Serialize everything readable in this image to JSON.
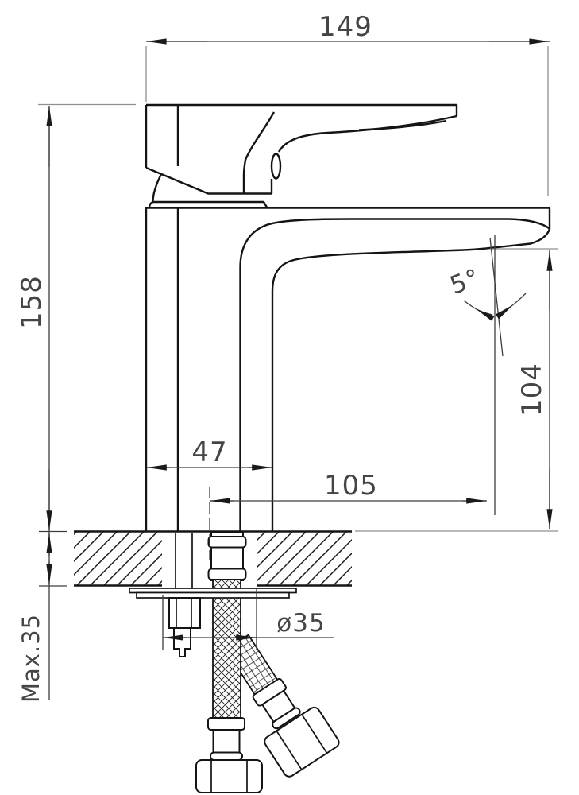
{
  "drawing": {
    "dimensions": {
      "total_width_mm": "149",
      "total_height_mm": "158",
      "body_width_mm": "47",
      "spout_reach_mm": "105",
      "spout_height_mm": "104",
      "spout_angle": "5°",
      "hole_diameter": "ø35",
      "max_deck_thickness": "Max.35"
    },
    "colors": {
      "background": "#ffffff",
      "part_outline": "#141414",
      "dimension_line": "#3d3d3d",
      "extension_line": "#8f8f8f",
      "text": "#454545"
    }
  }
}
